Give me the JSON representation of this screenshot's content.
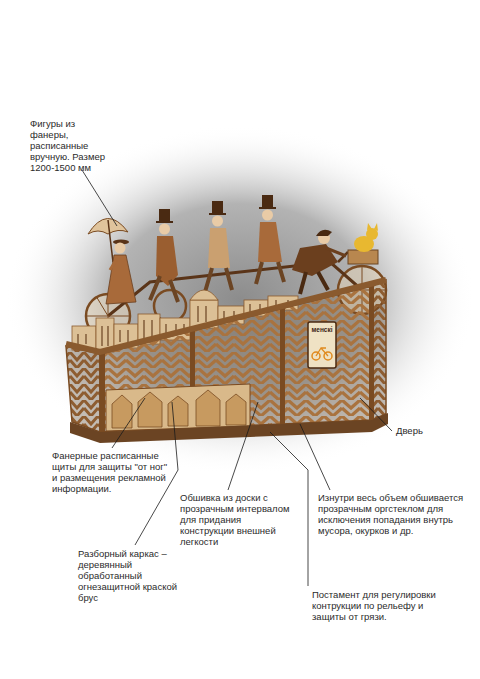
{
  "diagram": {
    "labels": [
      "Фигуры из фанеры, расписанные вручную. Размер 1200-1500 мм",
      "менскі",
      "Дверь",
      "Фанерные расписанные щиты для защиты \"от ног\" и размещения рекламной информации.",
      "Обшивка из доски с прозрачным интервалом для придания конструкции внешней легкости",
      "Изнутри весь объем обшивается прозрачным оргстеклом для исключения попадания внутрь мусора, окурков и др.",
      "Разборный каркас – деревянный обработанный огнезащитной краской брус",
      "Постамент для регулировки контрукции по рельефу и защиты от грязи."
    ]
  }
}
